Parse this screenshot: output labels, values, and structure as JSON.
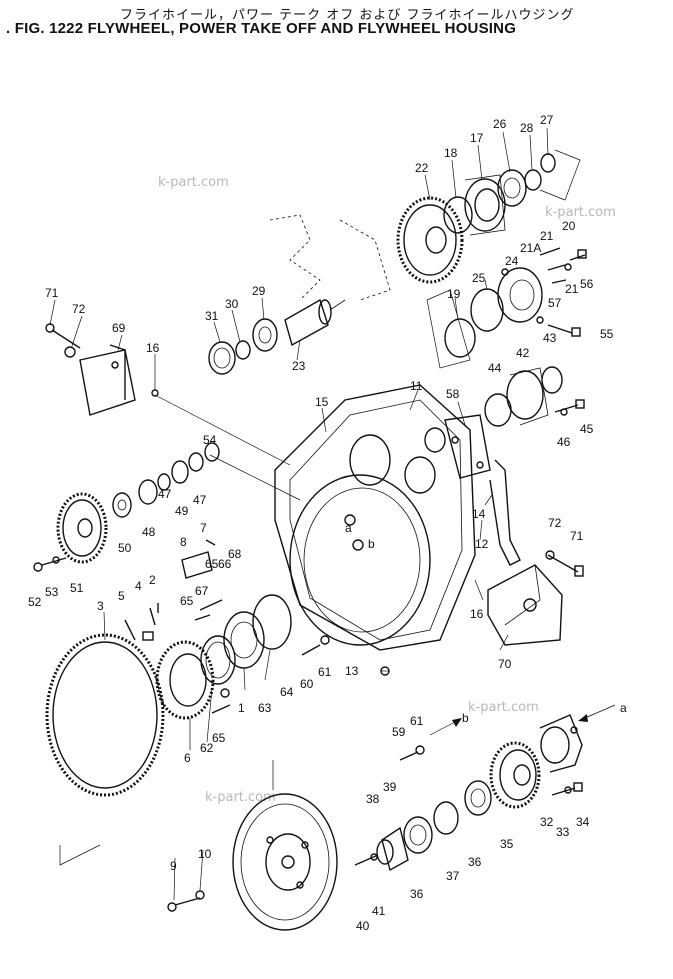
{
  "header": {
    "title_jp": "フライホイール，パワー テーク オフ および フライホイールハウジング",
    "title_en": ". FIG. 1222  FLYWHEEL, POWER TAKE OFF AND FLYWHEEL HOUSING"
  },
  "watermarks": [
    "k-part.com",
    "k-part.com",
    "k-part.com",
    "k-part.com"
  ],
  "callouts": {
    "n1": "1",
    "n2": "2",
    "n3": "3",
    "n4": "4",
    "n5": "5",
    "n6": "6",
    "n7": "7",
    "n8": "8",
    "n9": "9",
    "n10": "10",
    "n11": "11",
    "n12": "12",
    "n13": "13",
    "n14": "14",
    "n15": "15",
    "n16a": "16",
    "n16b": "16",
    "n17": "17",
    "n18": "18",
    "n19": "19",
    "n20": "20",
    "n21a": "21",
    "n21b": "21",
    "n21A": "21A",
    "n22": "22",
    "n23": "23",
    "n24": "24",
    "n25": "25",
    "n26": "26",
    "n27": "27",
    "n28": "28",
    "n29": "29",
    "n30": "30",
    "n31": "31",
    "n32": "32",
    "n33": "33",
    "n34": "34",
    "n35": "35",
    "n36a": "36",
    "n36b": "36",
    "n37": "37",
    "n38": "38",
    "n39": "39",
    "n40": "40",
    "n41": "41",
    "n42": "42",
    "n43": "43",
    "n44": "44",
    "n45": "45",
    "n46": "46",
    "n47a": "47",
    "n47b": "47",
    "n48": "48",
    "n49": "49",
    "n50": "50",
    "n51": "51",
    "n52": "52",
    "n53": "53",
    "n54": "54",
    "n55": "55",
    "n56": "56",
    "n57": "57",
    "n58": "58",
    "n59": "59",
    "n60": "60",
    "n61a": "61",
    "n61b": "61",
    "n62": "62",
    "n63": "63",
    "n64": "64",
    "n65a": "65",
    "n65b": "65",
    "n65c": "65",
    "n66": "66",
    "n67": "67",
    "n68": "68",
    "n69": "69",
    "n70": "70",
    "n71a": "71",
    "n71b": "71",
    "n72a": "72",
    "n72b": "72",
    "a1": "a",
    "a2": "a",
    "b1": "b",
    "b2": "b"
  }
}
